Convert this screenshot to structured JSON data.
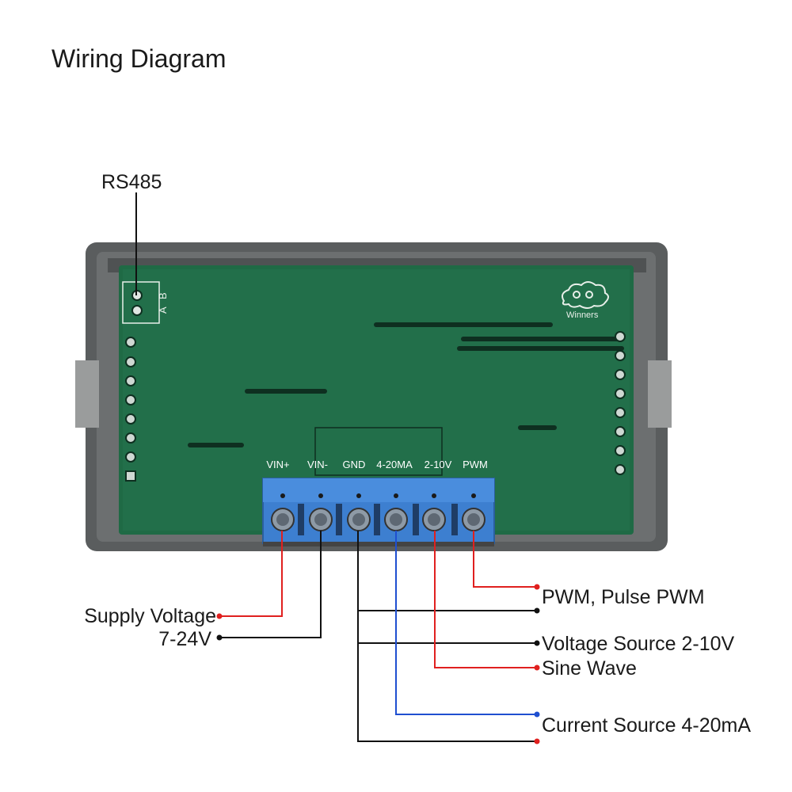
{
  "title": "Wiring Diagram",
  "rs485": {
    "label": "RS485",
    "pin_b": "B",
    "pin_a": "A"
  },
  "board": {
    "brand": "Winners",
    "brand_icon": "cloud-logo-icon",
    "pcb_color": "#1f6a45",
    "housing_color": "#5a5d5e"
  },
  "terminals": [
    "VIN+",
    "VIN-",
    "GND",
    "4-20MA",
    "2-10V",
    "PWM"
  ],
  "terminal_block_color": "#3d7fd0",
  "wire_colors": {
    "red": "#e0201f",
    "black": "#111111",
    "blue": "#1f4fd0"
  },
  "left_labels": {
    "supply_voltage": "Supply Voltage",
    "supply_range": "7-24V"
  },
  "right_labels": {
    "pwm": "PWM, Pulse  PWM",
    "voltage_source": "Voltage Source 2-10V",
    "sine_wave": "Sine Wave",
    "current_source": "Current Source 4-20mA"
  }
}
